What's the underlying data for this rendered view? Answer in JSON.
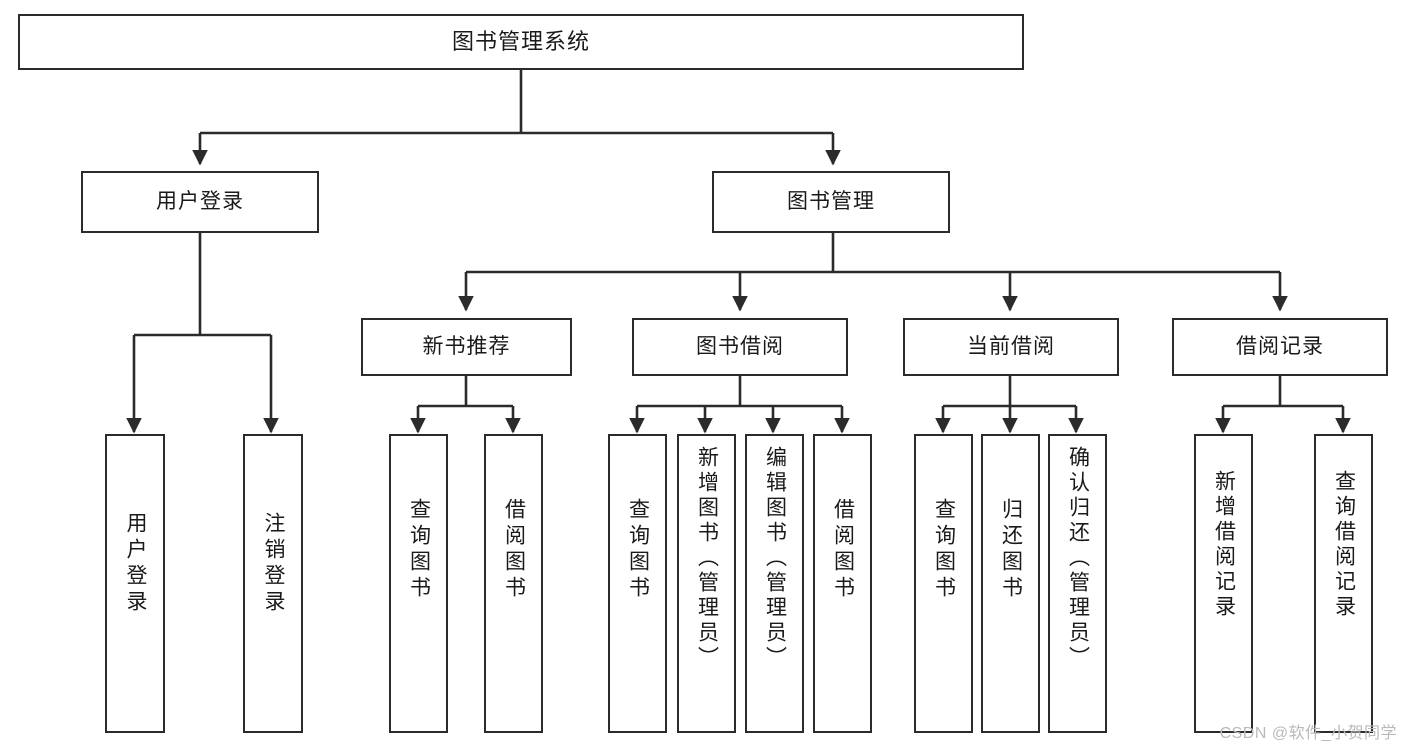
{
  "diagram": {
    "title": "图书管理系统",
    "type": "tree-hierarchy",
    "watermark": "CSDN @软件_小贺同学",
    "colors": {
      "border": "#2b2b2b",
      "background": "#ffffff",
      "text": "#1a1a1a",
      "watermark": "#b9b9b9"
    },
    "levels": {
      "root": {
        "label": "图书管理系统"
      },
      "level2": [
        {
          "label": "用户登录"
        },
        {
          "label": "图书管理"
        }
      ],
      "level3": [
        {
          "label": "新书推荐"
        },
        {
          "label": "图书借阅"
        },
        {
          "label": "当前借阅"
        },
        {
          "label": "借阅记录"
        }
      ],
      "leaves": {
        "user_login": [
          {
            "label": "用户登录"
          },
          {
            "label": "注销登录"
          }
        ],
        "new_book_recommend": [
          {
            "label": "查询图书"
          },
          {
            "label": "借阅图书"
          }
        ],
        "book_borrow": [
          {
            "label": "查询图书"
          },
          {
            "label": "新增图书（管理员）"
          },
          {
            "label": "编辑图书（管理员）"
          },
          {
            "label": "借阅图书"
          }
        ],
        "current_borrow": [
          {
            "label": "查询图书"
          },
          {
            "label": "归还图书"
          },
          {
            "label": "确认归还（管理员）"
          }
        ],
        "borrow_record": [
          {
            "label": "新增借阅记录"
          },
          {
            "label": "查询借阅记录"
          }
        ]
      }
    }
  }
}
